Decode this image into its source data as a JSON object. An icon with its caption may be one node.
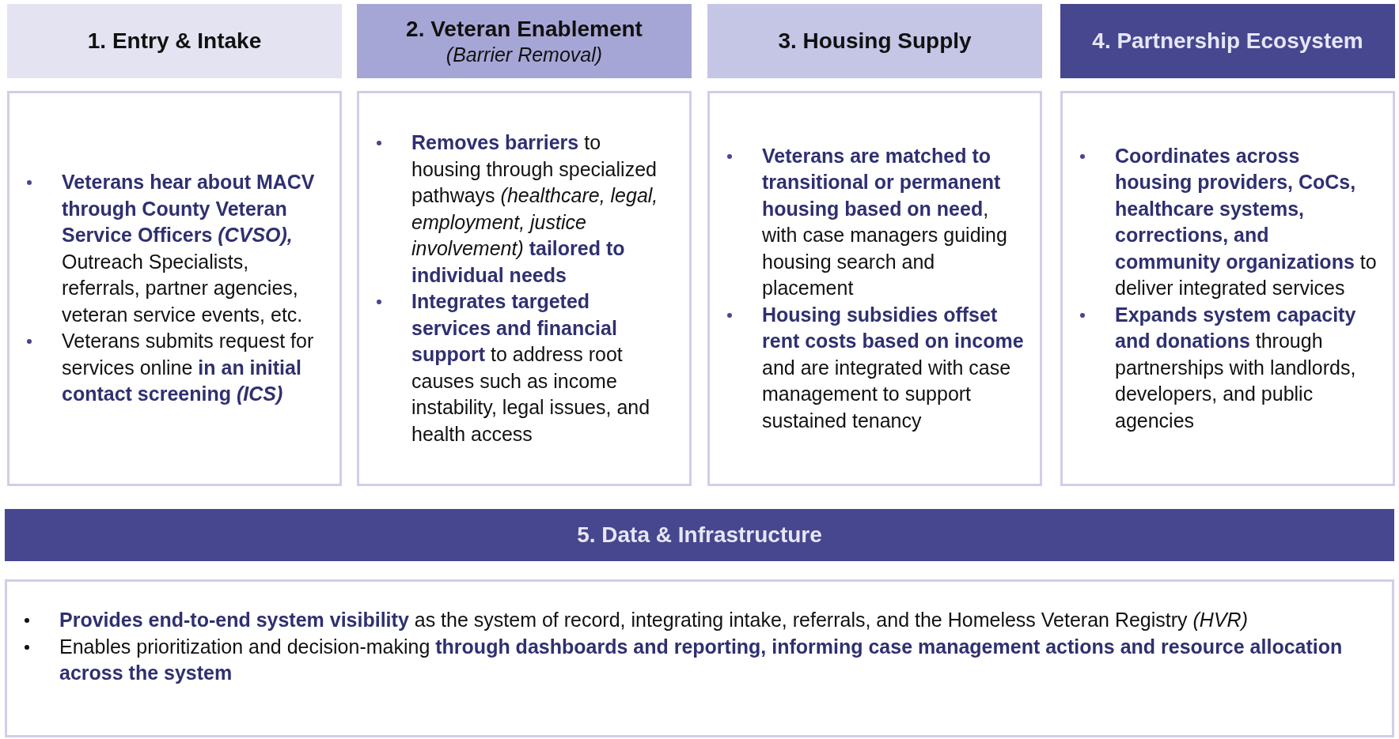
{
  "diagram": {
    "nodes": [
      {
        "text": [
          "1. Entry & Intake"
        ]
      },
      {
        "text": [
          "**Veterans hear about MACV through County Veteran Service Officers** *(CVSO),* Outreach Specialists, referrals, partner agencies, veteran service events, etc.",
          "Veterans submits request for services online **in an initial contact screening** *(ICS)*"
        ]
      },
      {
        "text": [
          "2. Veteran Enablement",
          "(Barrier Removal)"
        ]
      },
      {
        "text": [
          "**Removes barriers** to housing through specialized pathways *(healthcare, legal, employment, justice involvement)* **tailored to individual needs**",
          "**Integrates targeted services and financial support** to address root causes such as income instability, legal issues, and health access"
        ]
      },
      {
        "text": [
          "3. Housing Supply"
        ]
      },
      {
        "text": [
          "**Veterans are matched to transitional or permanent housing based on need**, with case managers guiding housing search and placement",
          "**Housing subsidies offset rent costs based on income** and are integrated with case management to support sustained tenancy"
        ]
      },
      {
        "text": [
          "4. Partnership Ecosystem"
        ]
      },
      {
        "text": [
          "**Coordinates across housing providers, CoCs, healthcare systems, corrections, and community organizations** to deliver integrated services",
          "**Expands system capacity and donations** through partnerships with landlords, developers, and public agencies"
        ]
      },
      {
        "text": [
          "5. Data & Infrastructure"
        ]
      },
      {
        "text": [
          "**Provides end-to-end system visibility** as the system of record, integrating intake, referrals, and the Homeless Veteran Registry *(HVR)*",
          "Enables prioritization and decision-making **through dashboards and reporting, informing case management actions and resource allocation across the system**"
        ]
      }
    ],
    "edges": []
  }
}
